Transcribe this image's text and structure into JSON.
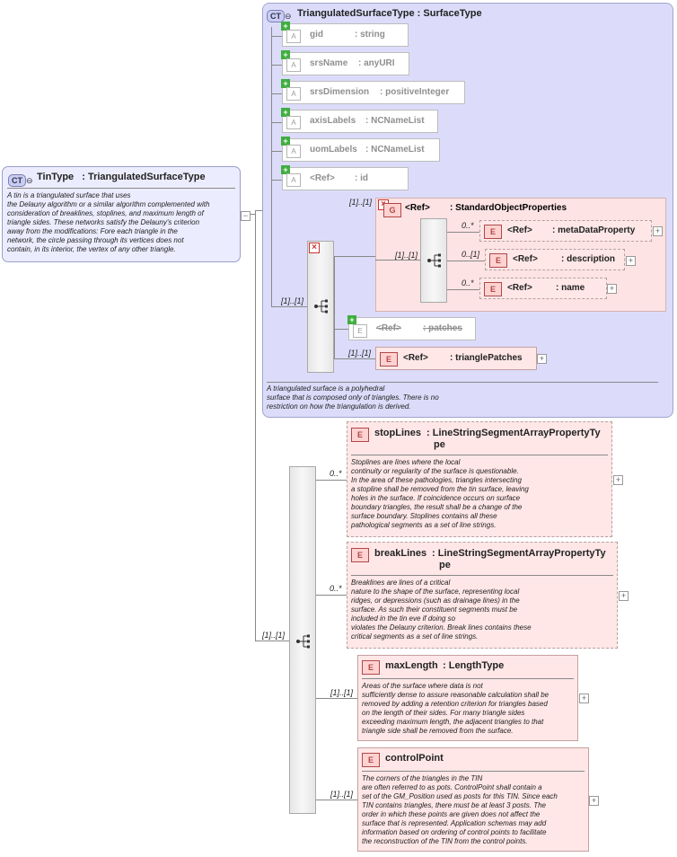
{
  "colors": {
    "ct_background": "#dcdcfa",
    "element_background": "#ffe7e7",
    "attribute_text": "#8f8f8f",
    "green_plus": "#3fae3f"
  },
  "tin_type": {
    "badge": "CT",
    "name": "TinType",
    "sep": ":",
    "type": "TriangulatedSurfaceType",
    "doc": [
      "A tin is a triangulated surface that uses",
      "the Delauny algorithm or a similar algorithm complemented with",
      "consideration of breaklines, stoplines, and maximum length of",
      "triangle sides. These networks satisfy the Delauny's criterion",
      "away from the modifications: Fore each triangle in the",
      "network, the circle passing through its vertices does not",
      "contain, in its interior, the vertex of any other triangle."
    ]
  },
  "base_type": {
    "badge": "CT",
    "title": "TriangulatedSurfaceType : SurfaceType",
    "attributes": [
      {
        "icon": "A",
        "name": "gid",
        "type": ": string"
      },
      {
        "icon": "A",
        "name": "srsName",
        "type": ": anyURI"
      },
      {
        "icon": "A",
        "name": "srsDimension",
        "type": ": positiveInteger"
      },
      {
        "icon": "A",
        "name": "axisLabels",
        "type": ": NCNameList"
      },
      {
        "icon": "A",
        "name": "uomLabels",
        "type": ": NCNameList"
      },
      {
        "icon": "A",
        "name": "<Ref>",
        "type": ": id"
      }
    ],
    "group": {
      "icon": "G",
      "occurrence": "[1]..[1]",
      "name": "<Ref>",
      "type": ": StandardObjectProperties"
    },
    "group_children": [
      {
        "occurrence": "0..*",
        "name": "<Ref>",
        "type": ": metaDataProperty"
      },
      {
        "occurrence": "0..[1]",
        "name": "<Ref>",
        "type": ": description"
      },
      {
        "occurrence": "0..*",
        "name": "<Ref>",
        "type": ": name"
      }
    ],
    "group_seq_occurrence": "[1]..[1]",
    "seq_occurrence": "[1]..[1]",
    "patches": {
      "icon": "E",
      "name": "<Ref>",
      "type": ": patches"
    },
    "triangle_patches": {
      "icon": "E",
      "occurrence": "[1]..[1]",
      "name": "<Ref>",
      "type": ": trianglePatches"
    },
    "doc": [
      "A triangulated surface is a polyhedral",
      "surface that is composed only of triangles. There is no",
      "restriction on how the triangulation is derived."
    ]
  },
  "tin_sequence": {
    "occurrence": "[1]..[1]",
    "elements": [
      {
        "icon": "E",
        "occurrence": "0..*",
        "name": "stopLines",
        "type_line1": ": LineStringSegmentArrayPropertyTy",
        "type_line2": "pe",
        "doc": [
          "Stoplines are lines where the local",
          "continuity or regularity of the surface is questionable.",
          "In the area of these pathologies, triangles intersecting",
          "a stopline shall be removed from the tin surface, leaving",
          "holes in the surface. If coincidence occurs on surface",
          "boundary triangles, the result shall be a change of the",
          "surface boundary. Stoplines contains all these",
          "pathological segments as a set of line strings."
        ]
      },
      {
        "icon": "E",
        "occurrence": "0..*",
        "name": "breakLines",
        "type_line1": ": LineStringSegmentArrayPropertyTy",
        "type_line2": "pe",
        "doc": [
          "Breaklines are lines of a critical",
          "nature to the shape of the surface, representing local",
          "ridges, or depressions (such as drainage lines) in the",
          "surface. As such their constituent segments must be",
          "included in the tin eve if doing so",
          "violates the Delauny criterion. Break lines contains these",
          "critical segments as a set of line strings."
        ]
      },
      {
        "icon": "E",
        "occurrence": "[1]..[1]",
        "name": "maxLength",
        "type_line1": ": LengthType",
        "type_line2": "",
        "doc": [
          "Areas of the surface where data is not",
          "sufficiently dense to assure reasonable calculation shall be",
          "removed by adding a retention criterion for triangles based",
          "on the length of their sides. For many triangle sides",
          "exceeding maximum length, the adjacent triangles to that",
          "triangle side shall be removed from the surface."
        ]
      },
      {
        "icon": "E",
        "occurrence": "[1]..[1]",
        "name": "controlPoint",
        "type_line1": "",
        "type_line2": "",
        "doc": [
          "The corners of the triangles in the TIN",
          "are often referred to as pots. ControlPoint shall contain a",
          "set of the GM_Position used as posts for this TIN. Since each",
          "TIN contains triangles, there must be at least 3 posts. The",
          "order in which these points are given does not affect the",
          "surface that is represented. Application schemas may add",
          "information based on ordering of control points to facilitate",
          "the reconstruction of the TIN from the control points."
        ]
      }
    ]
  }
}
